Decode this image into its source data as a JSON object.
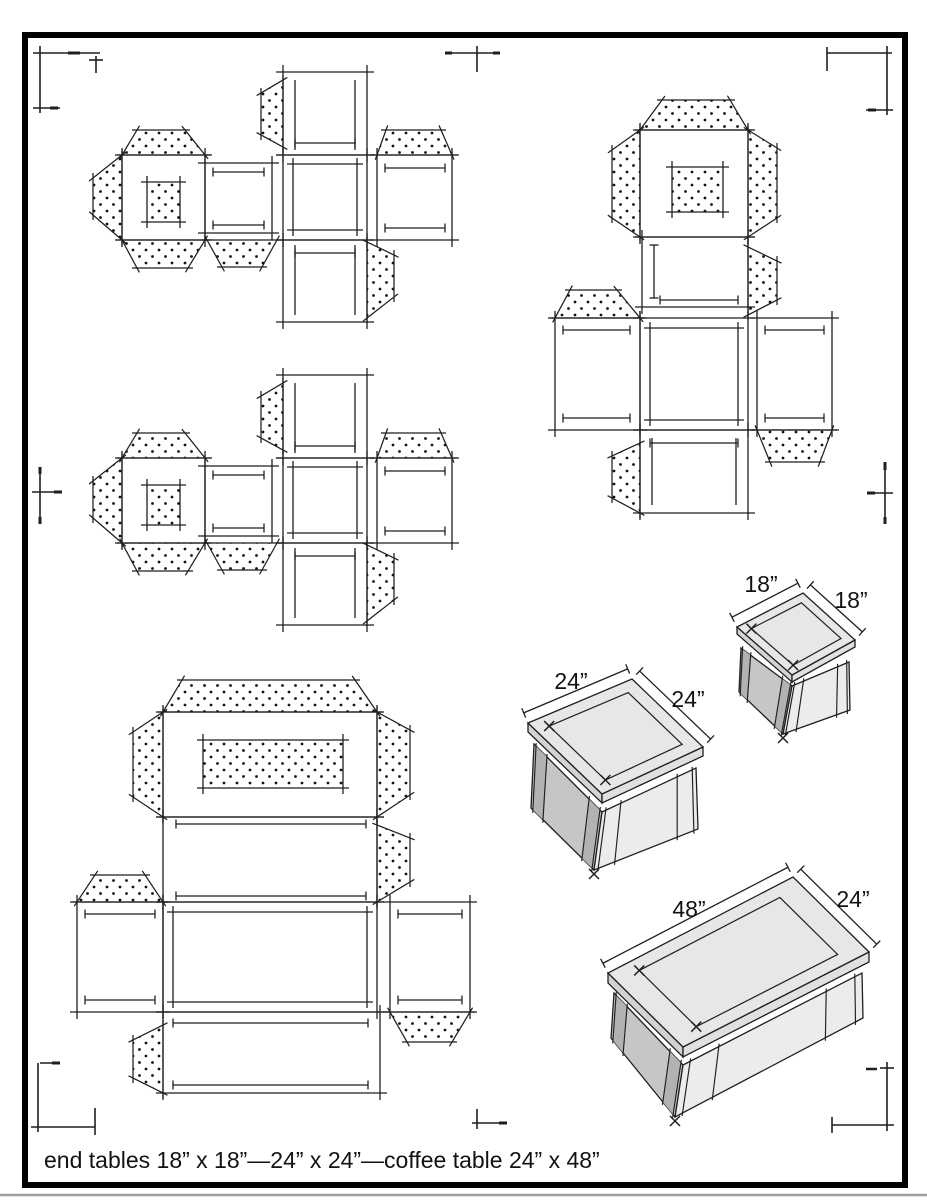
{
  "page": {
    "background": "#ffffff",
    "frame_color": "#000000",
    "line_color": "#1f1f1f",
    "dot_color": "#141414",
    "scan_shadow": "#9e9e9e"
  },
  "caption": "end tables 18” x 18”—24” x 24”—coffee table 24” x 48”",
  "dimension_labels": {
    "end_table_small_top": "18”",
    "end_table_small_side": "18”",
    "end_table_large_top": "24”",
    "end_table_large_side": "24”",
    "coffee_table_top": "48”",
    "coffee_table_side": "24”"
  },
  "colors": {
    "table_top_face": "#e7e7e7",
    "table_left_face": "#c6c6c6",
    "table_right_face": "#ececec",
    "slab_left_edge": "#d3d3d3",
    "slab_right_edge": "#e0e0e0",
    "leg_shade": "#b2b2b2"
  }
}
